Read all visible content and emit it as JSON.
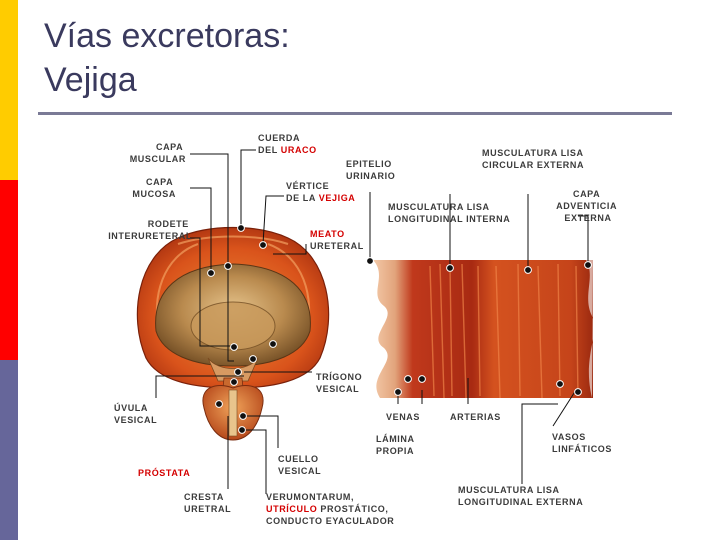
{
  "slide": {
    "title_line1": "Vías excretoras:",
    "title_line2": "Vejiga"
  },
  "colors": {
    "sidebar": [
      "#ffcc00",
      "#ff0000",
      "#66669a"
    ],
    "title": "#3a3a5e",
    "label": "#3b3b3b",
    "highlight": "#d40000"
  },
  "figure": {
    "labels": {
      "capa_muscular": [
        "CAPA",
        "MUSCULAR"
      ],
      "capa_mucosa": [
        "CAPA",
        "MUCOSA"
      ],
      "rodete": [
        "RODETE",
        "INTERURETERAL"
      ],
      "cuerda_1": "CUERDA",
      "cuerda_2a": "DEL ",
      "cuerda_2b": "URACO",
      "vertice_1": "VÉRTICE",
      "vertice_2a": "DE LA ",
      "vertice_2b": "VEJIGA",
      "meato_1": "MEATO",
      "meato_2": "URETERAL",
      "epitelio": [
        "EPITELIO",
        "URINARIO"
      ],
      "musc_circular": [
        "MUSCULATURA LISA",
        "CIRCULAR EXTERNA"
      ],
      "musc_long_int": [
        "MUSCULATURA LISA",
        "LONGITUDINAL INTERNA"
      ],
      "capa_adventicia": [
        "CAPA",
        "ADVENTICIA",
        "EXTERNA"
      ],
      "trigono": [
        "TRÍGONO",
        "VESICAL"
      ],
      "uvula": [
        "ÚVULA",
        "VESICAL"
      ],
      "venas": "VENAS",
      "arterias": "ARTERIAS",
      "lamina": [
        "LÁMINA",
        "PROPIA"
      ],
      "vasos": [
        "VASOS",
        "LINFÁTICOS"
      ],
      "prostata": "PRÓSTATA",
      "cuello": [
        "CUELLO",
        "VESICAL"
      ],
      "cresta": [
        "CRESTA",
        "URETRAL"
      ],
      "veru_1": "VERUMONTARUM,",
      "veru_2a": "UTRÍCULO",
      "veru_2b": " PROSTÁTICO,",
      "veru_3": "CONDUCTO EYACULADOR",
      "musc_long_ext": [
        "MUSCULATURA LISA",
        "LONGITUDINAL EXTERNA"
      ]
    }
  }
}
